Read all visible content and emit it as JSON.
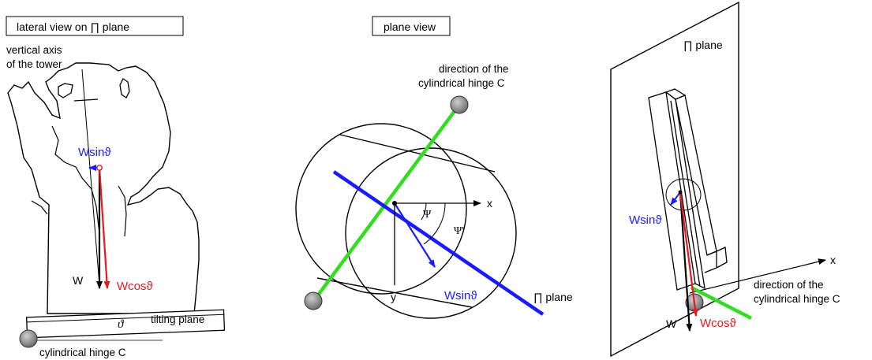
{
  "colors": {
    "ink": "#000000",
    "blue": "#1a1aff",
    "red": "#e6191e",
    "green": "#33dd22",
    "hinge_fill": "#8c8c8c"
  },
  "panel_left": {
    "title": "lateral view on ∏ plane",
    "axis_label_line1": "vertical axis",
    "axis_label_line2": "of the tower",
    "wsin": "Wsinϑ",
    "wcos": "Wcosϑ",
    "w": "W",
    "theta": "ϑ",
    "tilting_plane": "tilting plane",
    "hinge_label": "cylindrical hinge C"
  },
  "panel_middle": {
    "title": "plane view",
    "hinge_dir_line1": "direction of the",
    "hinge_dir_line2": "cylindrical hinge C",
    "x": "x",
    "y": "y",
    "psi": "Ψ",
    "psi_prime": "Ψ'",
    "wsin": "Wsinϑ",
    "pi_plane": "∏ plane"
  },
  "panel_right": {
    "pi_plane": "∏ plane",
    "x": "x",
    "hinge_dir_line1": "direction of the",
    "hinge_dir_line2": "cylindrical hinge C",
    "wsin": "Wsinϑ",
    "wcos": "Wcosϑ",
    "w": "W"
  }
}
